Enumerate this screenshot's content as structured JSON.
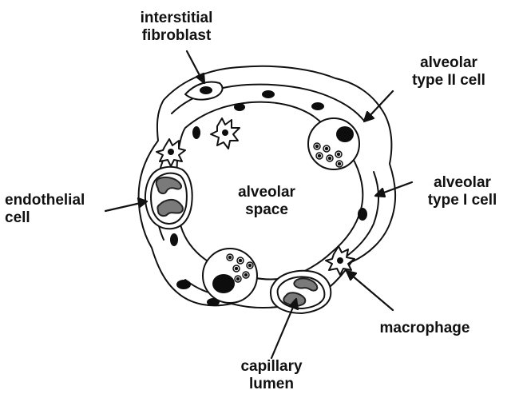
{
  "colors": {
    "line": "#111111",
    "cell_fill": "#ffffff",
    "nucleus_dark": "#0d0d0d",
    "rbc_gray": "#7a7a7a"
  },
  "labels": {
    "interstitial_fibroblast": [
      "interstitial",
      "fibroblast"
    ],
    "alveolar_type_ii_cell": [
      "alveolar",
      "type II cell"
    ],
    "endothelial_cell": [
      "endothelial",
      "cell"
    ],
    "alveolar_space": [
      "alveolar",
      "space"
    ],
    "alveolar_type_i_cell": [
      "alveolar",
      "type I cell"
    ],
    "macrophage": [
      "macrophage"
    ],
    "capillary_lumen": [
      "capillary",
      "lumen"
    ]
  }
}
